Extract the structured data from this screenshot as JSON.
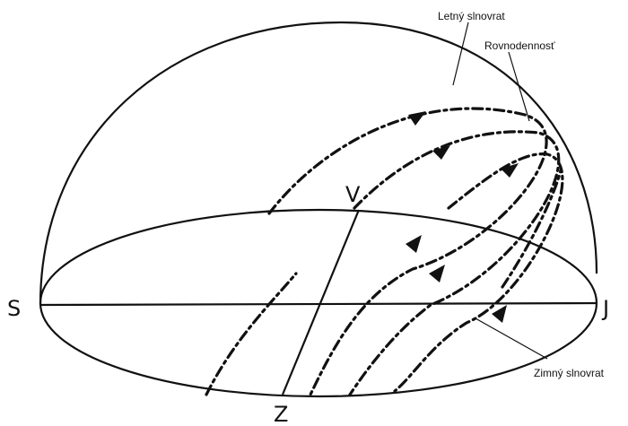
{
  "labels": {
    "north": "S",
    "south": "J",
    "zenith": "V",
    "nadir": "Z",
    "summer": "Letný slnovrat",
    "equinox": "Rovnodennosť",
    "winter": "Zimný slnovrat"
  }
}
